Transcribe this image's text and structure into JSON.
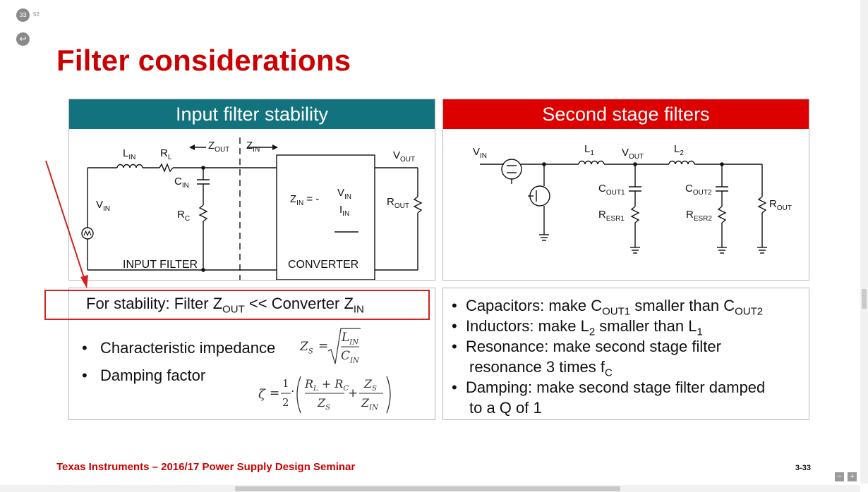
{
  "viewer": {
    "page_number": "33",
    "page_total": "52",
    "zoom_out": "−",
    "zoom_in": "+"
  },
  "slide": {
    "title": "Filter considerations",
    "footer": "Texas Instruments – 2016/17 Power Supply Design Seminar",
    "slide_number": "3-33",
    "colors": {
      "title": "#cc0000",
      "left_header": "#12737f",
      "right_header": "#dd0000",
      "highlight_box": "#d42020"
    }
  },
  "left_panel": {
    "header": "Input filter stability",
    "circuit": {
      "l_in": "L",
      "l_in_sub": "IN",
      "r_l": "R",
      "r_l_sub": "L",
      "c_in": "C",
      "c_in_sub": "IN",
      "r_c": "R",
      "r_c_sub": "C",
      "v_in": "V",
      "v_in_sub": "IN",
      "z_out": "Z",
      "z_out_sub": "OUT",
      "z_in": "Z",
      "z_in_sub": "IN",
      "v_out": "V",
      "v_out_sub": "OUT",
      "r_out": "R",
      "r_out_sub": "OUT",
      "conv_eq_lhs": "Z",
      "conv_eq_lhs_sub": "IN",
      "conv_eq_mid": " = - ",
      "conv_eq_num": "V",
      "conv_eq_num_sub": "IN",
      "conv_eq_den": "I",
      "conv_eq_den_sub": "IN",
      "input_filter_label": "INPUT FILTER",
      "converter_label": "CONVERTER"
    },
    "stability_rule": {
      "text1": "For stability:  Filter Z",
      "sub1": "OUT",
      "text2": " << Converter Z",
      "sub2": "IN"
    },
    "bullets": [
      {
        "text": "Characteristic impedance"
      },
      {
        "text": "Damping factor"
      }
    ],
    "eq1": {
      "lhs": "Z",
      "lhs_sub": "S",
      "eq": "=",
      "num": "L",
      "num_sub": "IN",
      "den": "C",
      "den_sub": "IN"
    },
    "eq2": {
      "lhs": "ζ",
      "eq": "=",
      "half_num": "1",
      "half_den": "2",
      "dot": "·",
      "f1_num": "R",
      "f1_num_sub1": "L",
      "f1_plus": " + R",
      "f1_num_sub2": "C",
      "f1_den": "Z",
      "f1_den_sub": "S",
      "plus": "+",
      "f2_num": "Z",
      "f2_num_sub": "S",
      "f2_den": "Z",
      "f2_den_sub": "IN"
    }
  },
  "right_panel": {
    "header": "Second stage filters",
    "circuit": {
      "v_in": "V",
      "v_in_sub": "IN",
      "l1": "L",
      "l1_sub": "1",
      "v_out": "V",
      "v_out_sub": "OUT",
      "l2": "L",
      "l2_sub": "2",
      "c_out1": "C",
      "c_out1_sub": "OUT1",
      "r_esr1": "R",
      "r_esr1_sub": "ESR1",
      "c_out2": "C",
      "c_out2_sub": "OUT2",
      "r_esr2": "R",
      "r_esr2_sub": "ESR2",
      "r_out": "R",
      "r_out_sub": "OUT"
    },
    "bullets": [
      {
        "a": "Capacitors: make C",
        "sa": "OUT1",
        "b": " smaller than C",
        "sb": "OUT2"
      },
      {
        "a": "Inductors: make L",
        "sa": "2",
        "b": " smaller than L",
        "sb": "1"
      },
      {
        "a": "Resonance: make second stage filter",
        "line2": "resonance 3 times f",
        "sb": "C"
      },
      {
        "a": "Damping: make second stage filter damped",
        "line2": "to a Q of 1"
      }
    ]
  }
}
